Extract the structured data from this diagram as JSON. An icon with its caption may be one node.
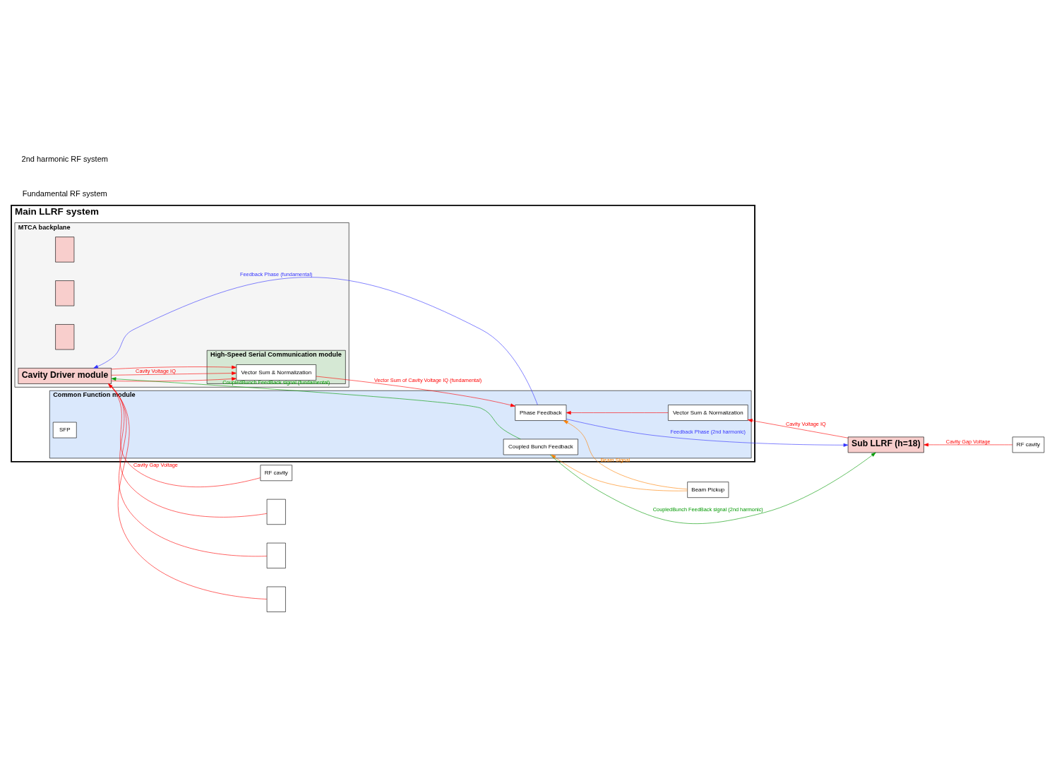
{
  "diagram": {
    "nodes": [
      {
        "text": [
          "Main LLRF system"
        ]
      },
      {
        "text": [
          "MTCA backplane"
        ],
        "in": 0
      },
      {
        "text": [
          "High-Speed Serial Communication module"
        ],
        "in": 1
      },
      {
        "text": [
          "Vector Sum & Normalization"
        ],
        "in": 2
      },
      {
        "text": [
          "Common Function module"
        ],
        "in": 0
      },
      {
        "text": [
          "Phase Feedback"
        ],
        "in": 4
      },
      {
        "text": [
          "Coupled Bunch Feedback"
        ],
        "in": 4
      },
      {
        "text": [
          "Vector Sum & Normalization"
        ],
        "in": 4
      },
      {
        "text": [
          "SFP"
        ],
        "in": 4
      },
      {
        "text": [],
        "shape": "box",
        "in": 1
      },
      {
        "text": [],
        "shape": "box",
        "in": 1
      },
      {
        "text": [],
        "shape": "box",
        "in": 1
      },
      {
        "text": [
          "Cavity Driver module"
        ],
        "in": 1
      },
      {
        "text": [
          "Beam Pickup"
        ]
      },
      {
        "text": [],
        "shape": "box"
      },
      {
        "text": [],
        "shape": "box"
      },
      {
        "text": [],
        "shape": "box"
      },
      {
        "text": [
          "RF cavity"
        ]
      },
      {
        "text": [
          "Sub LLRF (h=18)"
        ]
      },
      {
        "text": [
          "RF cavity"
        ]
      }
    ],
    "edges": [
      {
        "from": 12,
        "to": 3,
        "arrow": "to",
        "label": "Cavity Voltage IQ"
      },
      {
        "from": 12,
        "to": 3,
        "arrow": "to"
      },
      {
        "from": 12,
        "to": 3,
        "arrow": "to"
      },
      {
        "from": 3,
        "to": 5,
        "arrow": "to",
        "label": "Vector Sum of Cavity Voltage IQ (fundamental)"
      },
      {
        "from": 5,
        "to": 12,
        "arrow": "to",
        "label": "Feedback Phase (fundamental)",
        "color": "#3333ff"
      },
      {
        "from": 6,
        "to": 12,
        "arrow": "to",
        "label": "CoupledBunch FeedBack signal (fundamental)",
        "color": "#009900"
      },
      {
        "from": 13,
        "to": 5,
        "arrow": "to",
        "label": "Beam Signal",
        "color": "#ff8000"
      },
      {
        "from": 13,
        "to": 6,
        "arrow": "to",
        "color": "#ff8000"
      },
      {
        "from": 7,
        "to": 5,
        "arrow": "to"
      },
      {
        "from": 5,
        "to": 18,
        "arrow": "to",
        "label": "Feedback Phase (2nd harmonic)",
        "color": "#3333ff"
      },
      {
        "from": 6,
        "to": 18,
        "arrow": "to",
        "label": "CoupledBunch FeedBack signal (2nd harmonic)",
        "color": "#009900"
      },
      {
        "from": 18,
        "to": 7,
        "arrow": "to",
        "label": "Cavity Voltage IQ"
      },
      {
        "from": 19,
        "to": 18,
        "arrow": "to",
        "label": "Cavity Gap Voltage"
      },
      {
        "from": 12,
        "to": 14,
        "arrow": "none"
      },
      {
        "from": 12,
        "to": 15,
        "arrow": "none"
      },
      {
        "from": 12,
        "to": 16,
        "arrow": "none"
      },
      {
        "from": 17,
        "to": 12,
        "arrow": "to",
        "label": "Cavity Gap Voltage"
      }
    ],
    "labels": [
      "Fundamental RF system",
      "2nd harmonic RF system"
    ]
  }
}
